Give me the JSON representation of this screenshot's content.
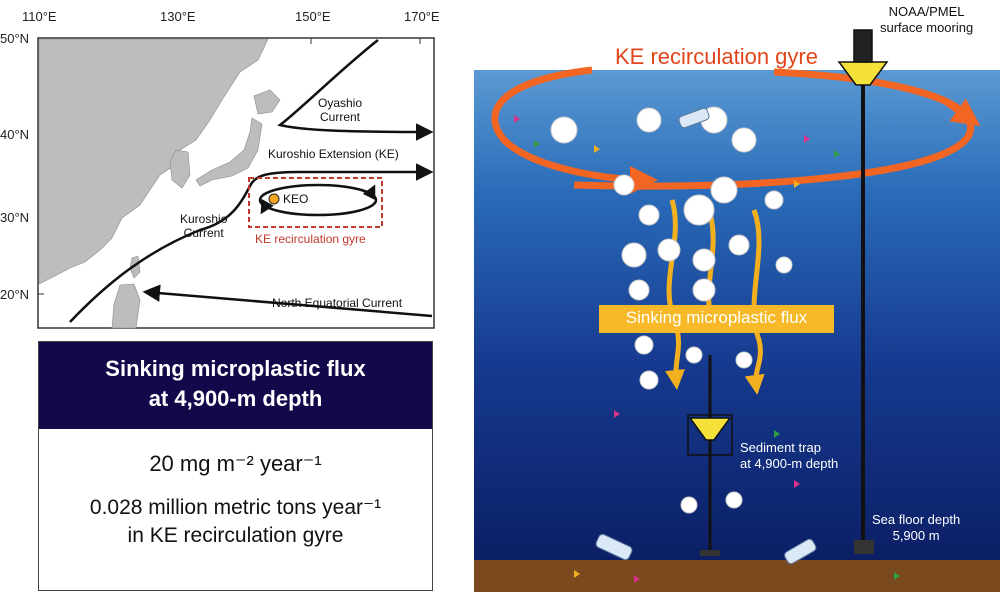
{
  "map": {
    "lon_ticks": [
      "110°E",
      "130°E",
      "150°E",
      "170°E"
    ],
    "lat_ticks": [
      "50°N",
      "40°N",
      "30°N",
      "20°N"
    ],
    "labels": {
      "oyashio": "Oyashio\nCurrent",
      "ke": "Kuroshio Extension (KE)",
      "keo": "KEO",
      "kuroshio": "Kuroshio\nCurrent",
      "gyre": "KE recirculation gyre",
      "nec": "North Equatorial Current"
    }
  },
  "flux_box": {
    "title_line1": "Sinking microplastic flux",
    "title_line2": "at 4,900-m depth",
    "value1": "20 mg m⁻² year⁻¹",
    "value2_line1": "0.028 million metric tons year⁻¹",
    "value2_line2": "in KE recirculation gyre"
  },
  "ocean": {
    "gyre_title": "KE recirculation gyre",
    "mooring_label": "NOAA/PMEL\nsurface mooring",
    "flux_banner": "Sinking microplastic flux",
    "trap_label": "Sediment trap\nat 4,900-m depth",
    "seafloor_label": "Sea floor depth\n5,900 m"
  },
  "colors": {
    "gyre_arrow": "#f26522",
    "gyre_text": "#e2451b",
    "flux_arrow": "#f2b01e",
    "banner": "#f7b928",
    "keo_dot": "#f5a623",
    "box_dashed": "#c0392b",
    "header_bg": "#14084a",
    "seafloor": "#7a4a1e"
  }
}
